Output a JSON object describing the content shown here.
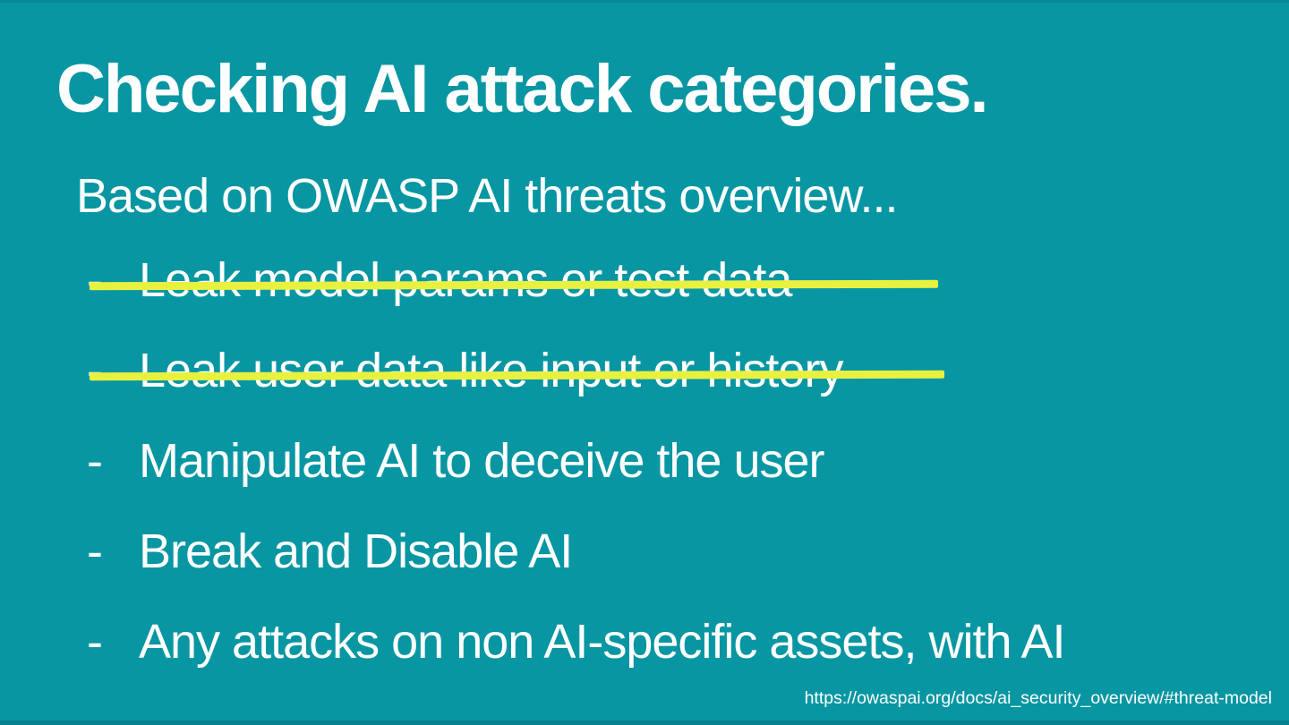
{
  "colors": {
    "background": "#0896a3",
    "text": "#ffffff",
    "strike": "#e8f13f",
    "edge": "#057c88"
  },
  "slide": {
    "title": "Checking AI attack categories.",
    "subtitle": "Based on OWASP AI threats overview...",
    "bullet_marker": "-",
    "bullets": [
      {
        "text": "Leak model params or test data",
        "struck": true,
        "strike_width": 948
      },
      {
        "text": "Leak user data like input or history",
        "struck": true,
        "strike_width": 955
      },
      {
        "text": "Manipulate AI to deceive the user",
        "struck": false
      },
      {
        "text": "Break and Disable AI",
        "struck": false
      },
      {
        "text": "Any attacks on non AI-specific assets, with AI",
        "struck": false
      }
    ],
    "footer_url": "https://owaspai.org/docs/ai_security_overview/#threat-model"
  }
}
